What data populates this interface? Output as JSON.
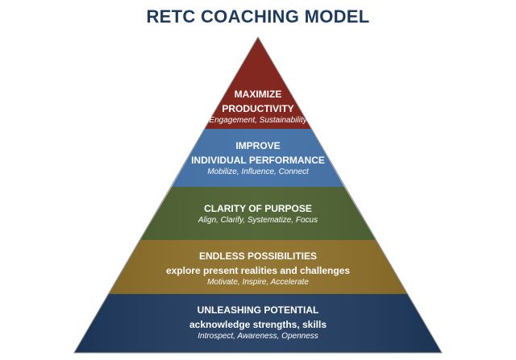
{
  "title": "RETC COACHING MODEL",
  "tiers": [
    {
      "line1": "MAXIMIZE",
      "line2": "PRODUCTIVITY",
      "sub": "Engagement, Sustainability",
      "color": "#7b1a12"
    },
    {
      "line1": "IMPROVE",
      "line2": "INDIVIDUAL PERFORMANCE",
      "sub": "Mobilize, Influence, Connect",
      "color": "#3e6ea6"
    },
    {
      "line1": "CLARITY OF PURPOSE",
      "sub": "Align, Clarify, Systematize, Focus",
      "color": "#4a5e2d"
    },
    {
      "line1": "ENDLESS POSSIBILITIES",
      "line2": "explore present realities and challenges",
      "sub": "Motivate, Inspire, Accelerate",
      "color": "#8d6e27"
    },
    {
      "line1": "UNLEASHING POTENTIAL",
      "line2": "acknowledge strengths, skills",
      "sub": "Introspect, Awareness, Openness",
      "color": "#1f3a5f"
    }
  ]
}
